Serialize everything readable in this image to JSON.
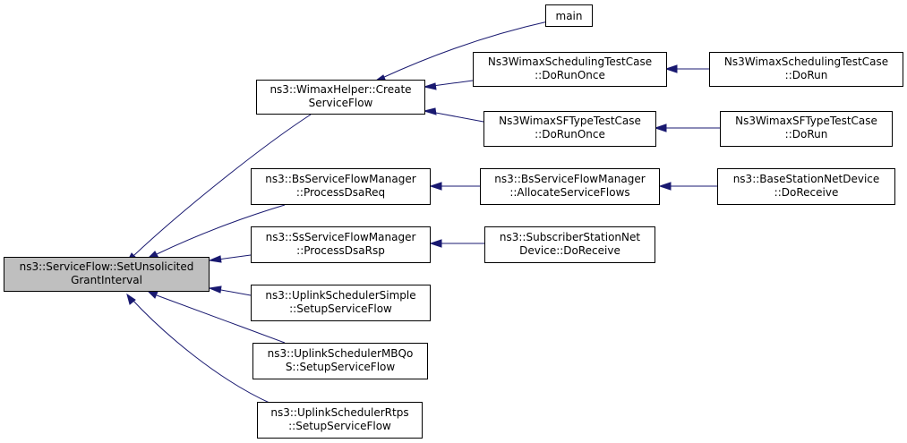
{
  "colors": {
    "edge": "#191970",
    "focus_fill": "#bfbfbf",
    "node_fill": "#ffffff",
    "border": "#000000"
  },
  "nodes": {
    "set_unsolicited": {
      "lines": [
        "ns3::ServiceFlow::SetUnsolicited",
        "GrantInterval"
      ]
    },
    "wimax_helper": {
      "lines": [
        "ns3::WimaxHelper::Create",
        "ServiceFlow"
      ]
    },
    "bs_process_dsareq": {
      "lines": [
        "ns3::BsServiceFlowManager",
        "::ProcessDsaReq"
      ]
    },
    "ss_process_dsarsp": {
      "lines": [
        "ns3::SsServiceFlowManager",
        "::ProcessDsaRsp"
      ]
    },
    "uplink_simple": {
      "lines": [
        "ns3::UplinkSchedulerSimple",
        "::SetupServiceFlow"
      ]
    },
    "uplink_mbqos": {
      "lines": [
        "ns3::UplinkSchedulerMBQo",
        "S::SetupServiceFlow"
      ]
    },
    "uplink_rtps": {
      "lines": [
        "ns3::UplinkSchedulerRtps",
        "::SetupServiceFlow"
      ]
    },
    "main": {
      "lines": [
        "main"
      ]
    },
    "sched_test_doruncone": {
      "lines": [
        "Ns3WimaxSchedulingTestCase",
        "::DoRunOnce"
      ]
    },
    "sched_test_dorun": {
      "lines": [
        "Ns3WimaxSchedulingTestCase",
        "::DoRun"
      ]
    },
    "sftype_doruncone": {
      "lines": [
        "Ns3WimaxSFTypeTestCase",
        "::DoRunOnce"
      ]
    },
    "sftype_dorun": {
      "lines": [
        "Ns3WimaxSFTypeTestCase",
        "::DoRun"
      ]
    },
    "bs_allocate": {
      "lines": [
        "ns3::BsServiceFlowManager",
        "::AllocateServiceFlows"
      ]
    },
    "bs_netdevice_receive": {
      "lines": [
        "ns3::BaseStationNetDevice",
        "::DoReceive"
      ]
    },
    "ss_netdevice_receive": {
      "lines": [
        "ns3::SubscriberStationNet",
        "Device::DoReceive"
      ]
    }
  }
}
